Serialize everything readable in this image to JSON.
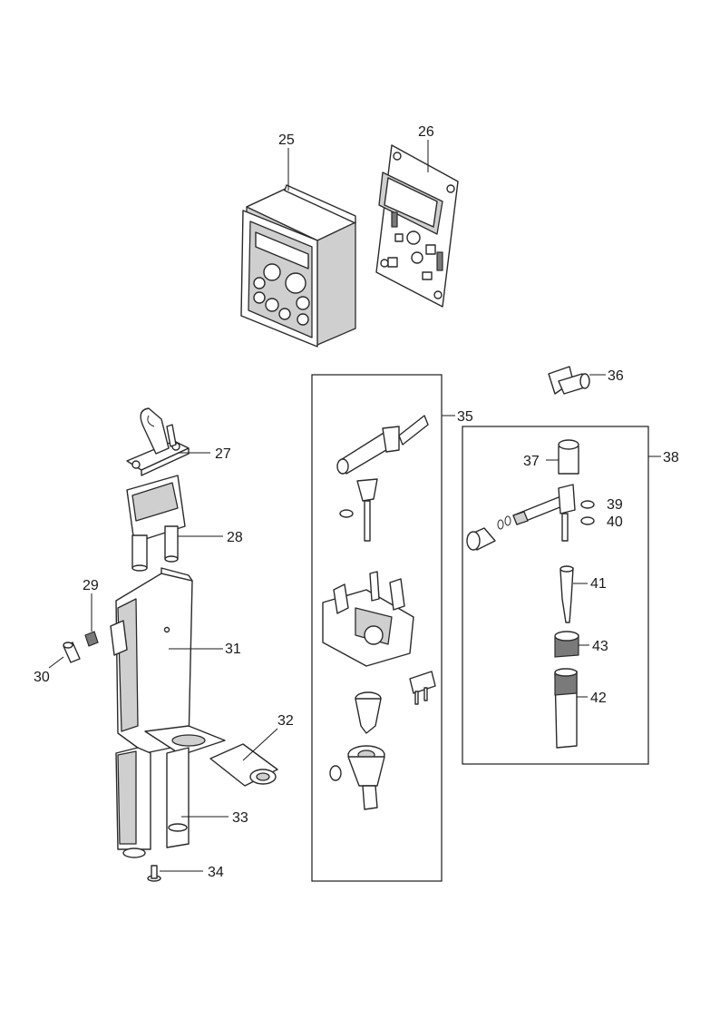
{
  "labels": {
    "p25": "25",
    "p26": "26",
    "p27": "27",
    "p28": "28",
    "p29": "29",
    "p30": "30",
    "p31": "31",
    "p32": "32",
    "p33": "33",
    "p34": "34",
    "p35": "35",
    "p36": "36",
    "p37": "37",
    "p38": "38",
    "p39": "39",
    "p40": "40",
    "p41": "41",
    "p42": "42",
    "p43": "43"
  }
}
